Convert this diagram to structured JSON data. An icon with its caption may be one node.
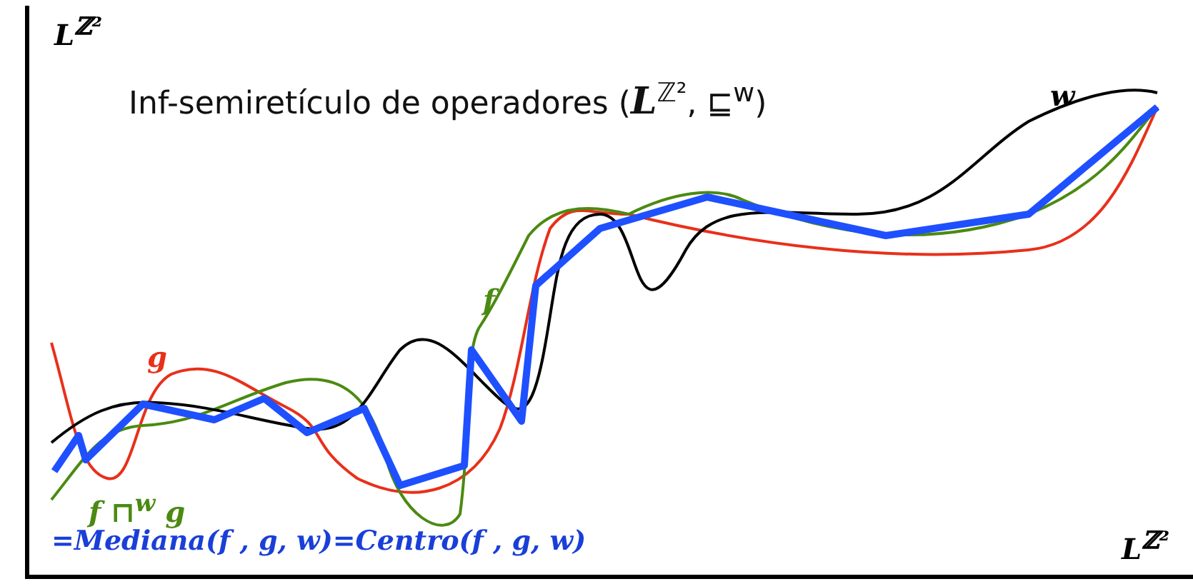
{
  "diagram": {
    "title": "Inf-semiretículo de operadores (**L**$^{ℤ²}$, ⊑$^{w}$)",
    "labels": [
      "L$^{ℤ²}$",
      "w",
      "f",
      "g",
      "f ⊓$^{w}$ g",
      "=Mediana(f , g, w)=Centro(f , g, w)",
      "L$^{ℤ²}$"
    ]
  }
}
